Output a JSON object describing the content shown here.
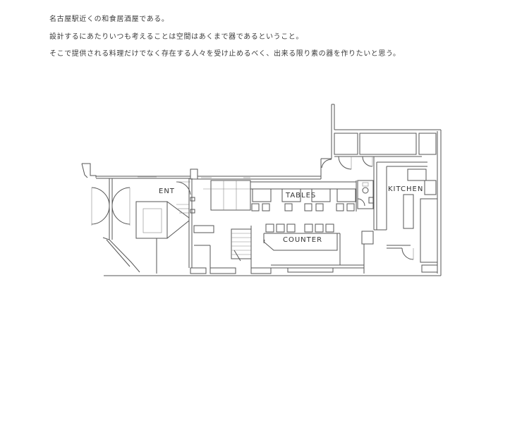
{
  "description": {
    "line1": "名古屋駅近くの和食居酒屋である。",
    "line2": "設計するにあたりいつも考えることは空間はあくまで器であるということ。",
    "line3": "そこで提供される料理だけでなく存在する人々を受け止めるべく、出来る限り素の器を作りたいと思う。"
  },
  "plan": {
    "labels": {
      "entrance": "ENT",
      "tables": "TABLES",
      "kitchen": "KITCHEN",
      "counter": "COUNTER"
    }
  }
}
